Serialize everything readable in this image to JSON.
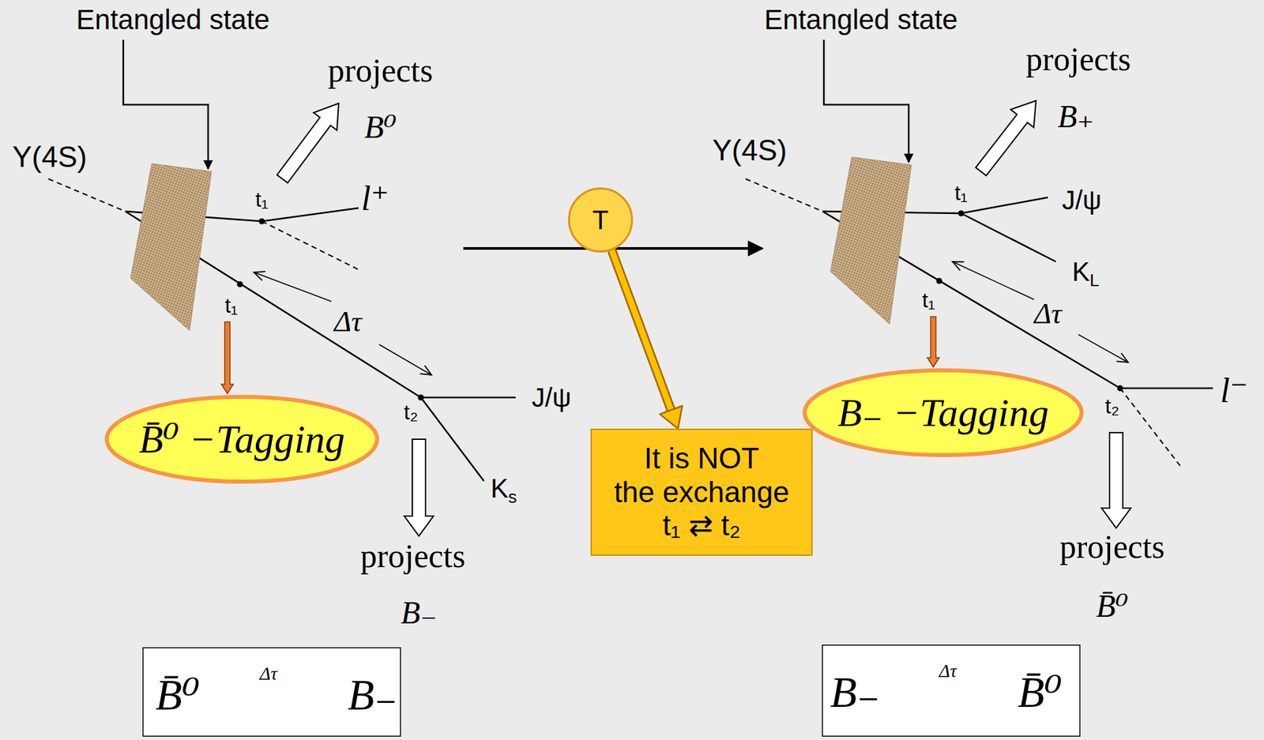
{
  "diagram": {
    "nodes": [
      {
        "text": [
          "T"
        ]
      },
      {
        "text": [
          "B̄⁰ −Tagging"
        ]
      },
      {
        "text": [
          "It is NOT the exchange t₁ ⇄ t₂"
        ]
      },
      {
        "text": [
          "B₋ −Tagging"
        ]
      },
      {
        "text": [
          "B̄⁰",
          "Δτ",
          "B₋"
        ]
      },
      {
        "text": [
          "B₋",
          "Δτ",
          "B̄⁰"
        ]
      }
    ],
    "edges": [
      {
        "from": 0,
        "to": 2,
        "arrow": "to"
      }
    ],
    "labels": [
      "Entangled state",
      "projects",
      "B⁰",
      "Y(4S)",
      "t₁",
      "l⁺",
      "t₁",
      "Δτ",
      "t₂",
      "J/ψ",
      "Ks",
      "projects",
      "B₋",
      "Entangled state",
      "projects",
      "B₊",
      "Y(4S)",
      "t₁",
      "J/ψ",
      "KL",
      "t₁",
      "Δτ",
      "t₂",
      "l⁻",
      "projects",
      "B̄⁰"
    ]
  }
}
